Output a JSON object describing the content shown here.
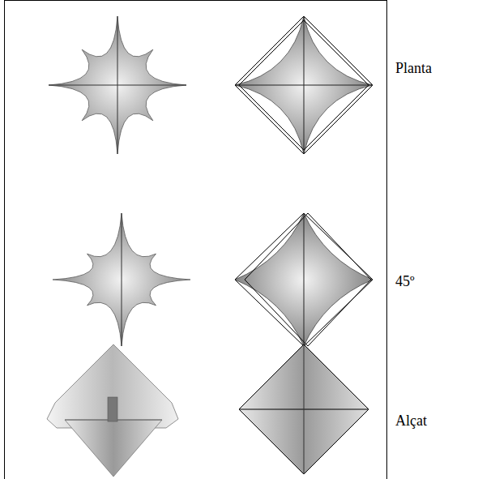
{
  "diagram": {
    "labels": [
      "Planta",
      "45º",
      "Alçat"
    ]
  }
}
